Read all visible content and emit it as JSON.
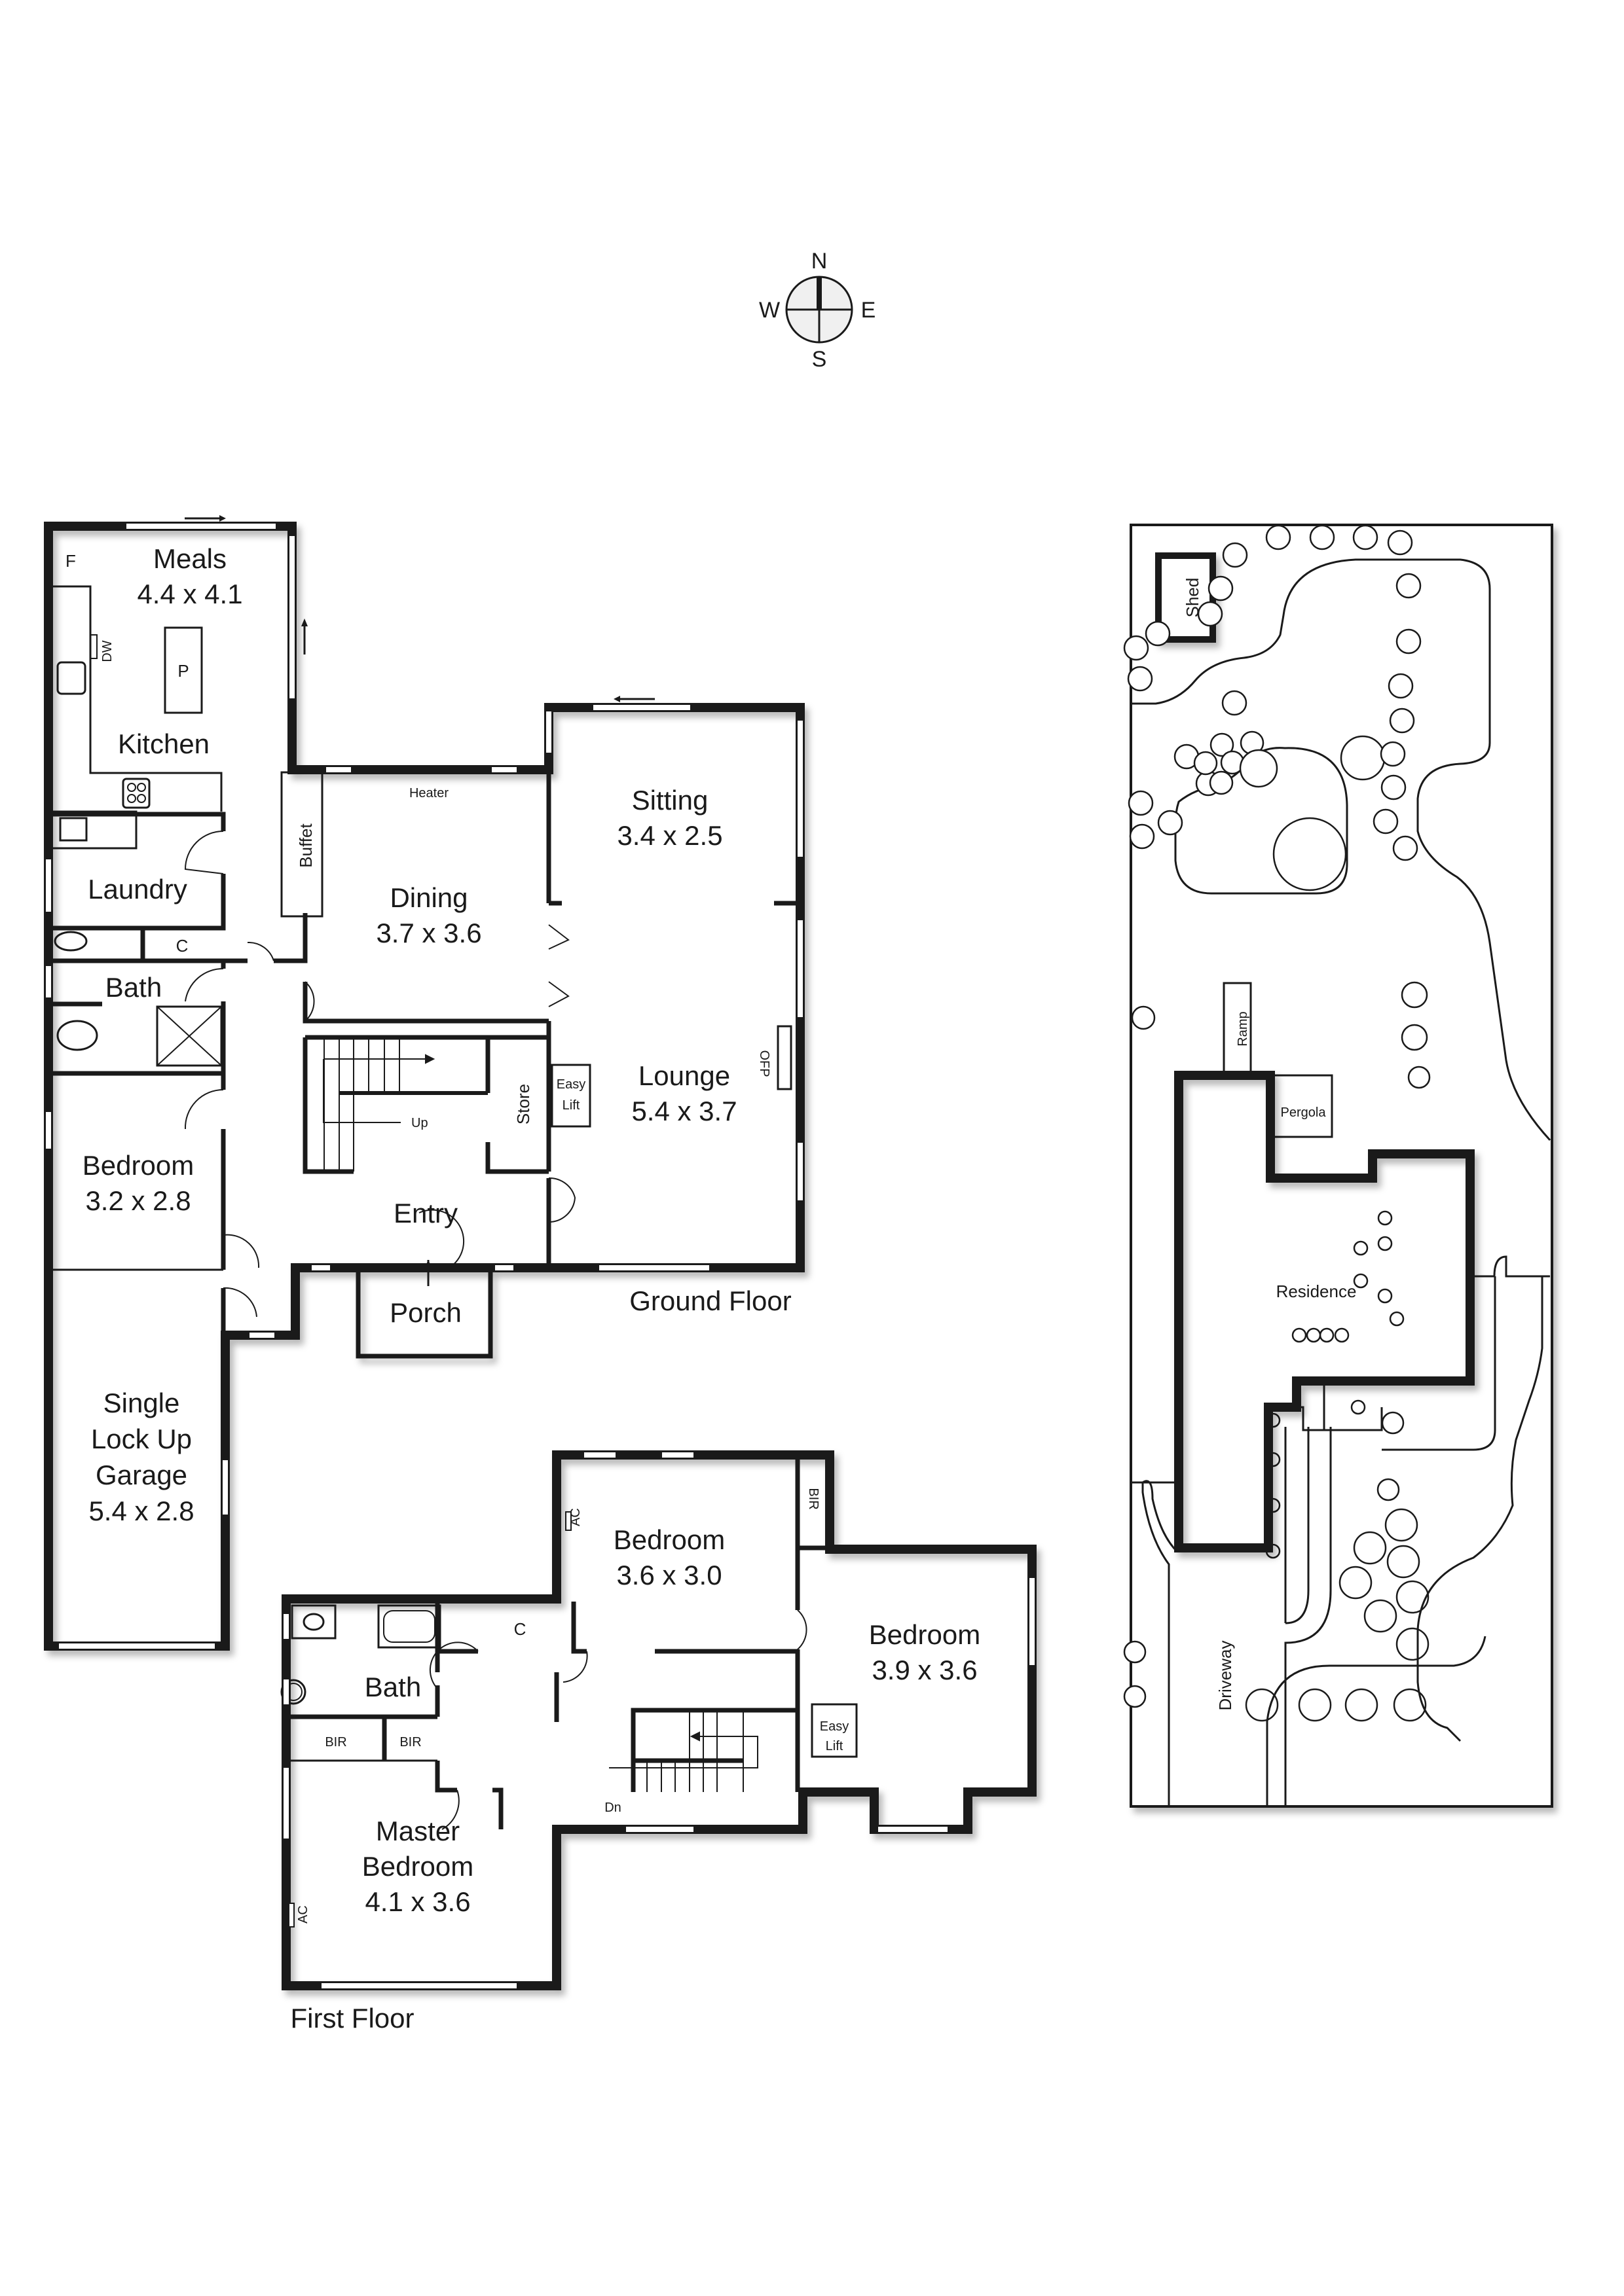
{
  "compass": {
    "north": "N",
    "south": "S",
    "east": "E",
    "west": "W"
  },
  "ground_floor": {
    "title": "Ground Floor",
    "rooms": {
      "meals": {
        "name": "Meals",
        "dims": "4.4 x 4.1"
      },
      "kitchen": {
        "name": "Kitchen"
      },
      "laundry": {
        "name": "Laundry"
      },
      "bath": {
        "name": "Bath"
      },
      "bedroom": {
        "name": "Bedroom",
        "dims": "3.2 x 2.8"
      },
      "garage": {
        "name_line1": "Single",
        "name_line2": "Lock Up",
        "name_line3": "Garage",
        "dims": "5.4 x 2.8"
      },
      "dining": {
        "name": "Dining",
        "dims": "3.7 x 3.6"
      },
      "sitting": {
        "name": "Sitting",
        "dims": "3.4 x 2.5"
      },
      "lounge": {
        "name": "Lounge",
        "dims": "5.4 x 3.7"
      },
      "entry": {
        "name": "Entry"
      },
      "porch": {
        "name": "Porch"
      },
      "store": {
        "name": "Store"
      }
    },
    "fixtures": {
      "fridge": "F",
      "dishwasher": "DW",
      "pantry": "P",
      "cupboard": "C",
      "heater": "Heater",
      "buffet": "Buffet",
      "easy_lift_line1": "Easy",
      "easy_lift_line2": "Lift",
      "open_fireplace": "OFP",
      "stairs_up": "Up"
    }
  },
  "first_floor": {
    "title": "First Floor",
    "rooms": {
      "bedroom2": {
        "name": "Bedroom",
        "dims": "3.6 x 3.0"
      },
      "bedroom3": {
        "name": "Bedroom",
        "dims": "3.9 x 3.6"
      },
      "bath": {
        "name": "Bath"
      },
      "master": {
        "name_line1": "Master",
        "name_line2": "Bedroom",
        "dims": "4.1 x 3.6"
      }
    },
    "fixtures": {
      "cupboard": "C",
      "bir": "BIR",
      "ac": "AC",
      "easy_lift_line1": "Easy",
      "easy_lift_line2": "Lift",
      "stairs_down": "Dn"
    }
  },
  "site_plan": {
    "shed": "Shed",
    "ramp": "Ramp",
    "pergola": "Pergola",
    "residence": "Residence",
    "driveway": "Driveway"
  },
  "colors": {
    "ink": "#1a1a1a",
    "background": "#ffffff",
    "shadow": "#c8c8c8"
  }
}
